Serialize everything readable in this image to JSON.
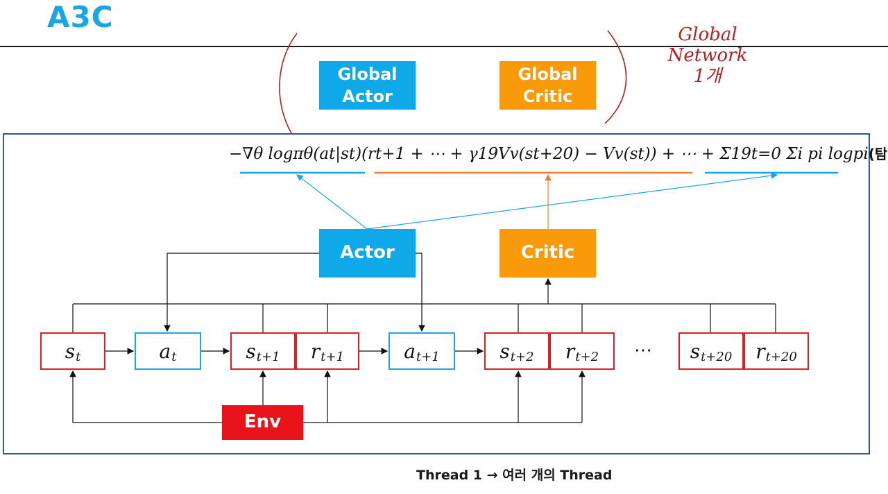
{
  "title": "A3C",
  "global": {
    "actor_label": "Global\nActor",
    "critic_label": "Global\nCritic"
  },
  "handwritten_note": "Global\nNetwork\n1개",
  "formula": {
    "actor_term": "−∇θ logπθ(at|st)",
    "critic_term": "(rt+1 + ⋯ + γ19Vv(st+20) − Vv(st))",
    "plus_dots": " + ⋯ + ",
    "entropy_term": "Σ19t=0 Σi pi logpi",
    "entropy_label": "(탐험)"
  },
  "nodes": {
    "actor_label": "Actor",
    "critic_label": "Critic",
    "env_label": "Env"
  },
  "sequence": {
    "cells": [
      {
        "sym": "s",
        "sub": "t",
        "kind": "state"
      },
      {
        "sym": "a",
        "sub": "t",
        "kind": "action"
      },
      {
        "sym": "s",
        "sub": "t+1",
        "kind": "state"
      },
      {
        "sym": "r",
        "sub": "t+1",
        "kind": "reward"
      },
      {
        "sym": "a",
        "sub": "t+1",
        "kind": "action"
      },
      {
        "sym": "s",
        "sub": "t+2",
        "kind": "state"
      },
      {
        "sym": "r",
        "sub": "t+2",
        "kind": "reward"
      },
      {
        "sym": "s",
        "sub": "t+20",
        "kind": "state"
      },
      {
        "sym": "r",
        "sub": "t+20",
        "kind": "reward"
      }
    ],
    "ellipsis": "⋯"
  },
  "caption": "Thread 1 → 여러 개의 Thread",
  "colors": {
    "blue": "#0fa8e8",
    "orange": "#f89a0a",
    "red": "#e8141a",
    "frame": "#2f5597",
    "annotation": "#b22222"
  }
}
